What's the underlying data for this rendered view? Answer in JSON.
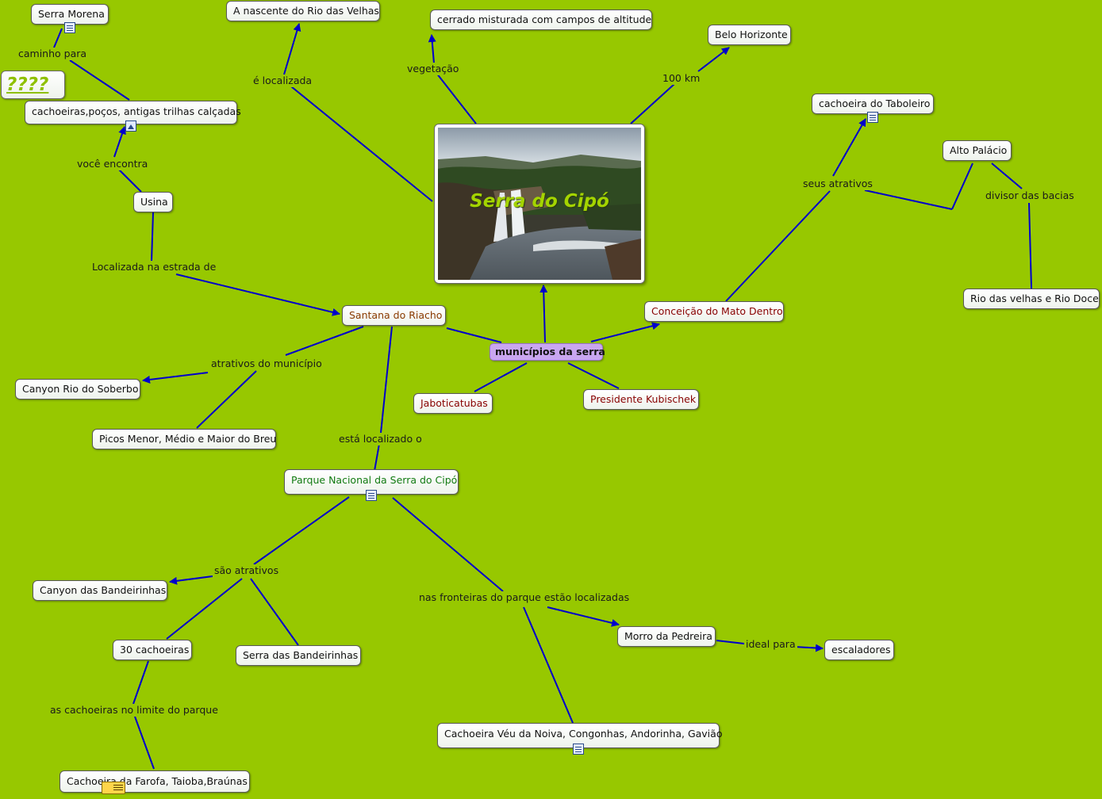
{
  "colors": {
    "background": "#97c800",
    "link": "#0000cc",
    "hub": "#c9a6f0",
    "title_text": "#a4d400"
  },
  "central": {
    "title": "Serra do Cipó"
  },
  "hub": {
    "label": "municípios da serra"
  },
  "concepts": {
    "serra_morena": "Serra Morena",
    "nascente": "A nascente do Rio das Velhas",
    "cerrado": "cerrado misturada com campos de altitude",
    "belo_horizonte": "Belo Horizonte",
    "question": "????",
    "cachoeiras_pocos": "cachoeiras,poços, antigas trilhas calçadas",
    "taboleiro": "cachoeira do Taboleiro",
    "alto_palacio": "Alto Palácio",
    "usina": "Usina",
    "rio_velhas_doce": "Rio das velhas e Rio Doce",
    "santana": "Santana do Riacho",
    "conceicao": "Conceição do Mato Dentro",
    "canyon_soberbo": "Canyon Rio do Soberbo",
    "jaboticatubas": "Jaboticatubas",
    "presidente": "Presidente Kubischek",
    "picos": "Picos Menor, Médio e Maior do Breu",
    "parque": "Parque Nacional da Serra do Cipó",
    "canyon_bandeirinhas": "Canyon das Bandeirinhas",
    "morro_pedreira": "Morro da Pedreira",
    "escaladores": "escaladores",
    "trinta_cachoeiras": "30 cachoeiras",
    "serra_bandeirinhas": "Serra das Bandeirinhas",
    "veu_noiva": "Cachoeira Véu da Noiva, Congonhas, Andorinha, Gavião",
    "farofa": "Cachoeira da Farofa, Taioba,Braúnas"
  },
  "links": {
    "caminho_para": "caminho para",
    "e_localizada": "é localizada",
    "vegetacao": "vegetação",
    "cem_km": "100 km",
    "voce_encontra": "você encontra",
    "seus_atrativos": "seus atrativos",
    "divisor": "divisor das bacias",
    "localizada_estrada": "Localizada na estrada de",
    "atrativos_municipio": "atrativos do município",
    "esta_localizado": "está localizado o",
    "sao_atrativos": "são atrativos",
    "fronteiras": "nas fronteiras do parque estão localizadas",
    "ideal_para": "ideal para",
    "limite_parque": "as cachoeiras no limite do parque"
  },
  "icons": [
    "document-icon",
    "image-icon",
    "note-icon",
    "photo-waterfall"
  ]
}
